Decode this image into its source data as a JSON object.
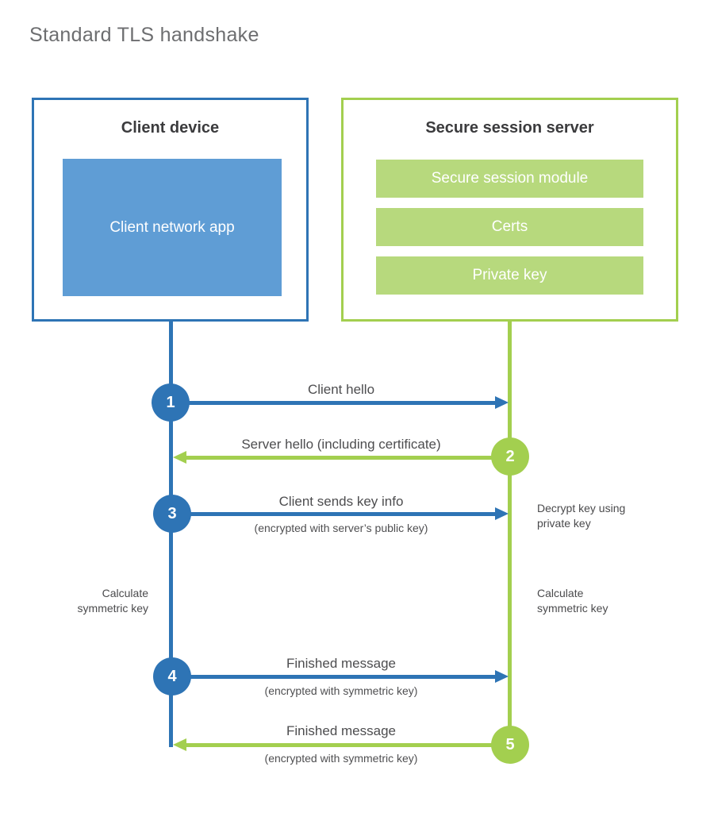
{
  "title": "Standard TLS handshake",
  "colors": {
    "blue": "#2e74b5",
    "blue-fill": "#5f9dd5",
    "green": "#a3cf4f",
    "green-fill": "#b7d97d"
  },
  "client": {
    "title": "Client device",
    "app_label": "Client network app"
  },
  "server": {
    "title": "Secure session server",
    "modules": [
      "Secure session module",
      "Certs",
      "Private key"
    ]
  },
  "steps": [
    {
      "num": "1",
      "label": "Client hello",
      "sub": "",
      "direction": "right",
      "color": "blue"
    },
    {
      "num": "2",
      "label": "Server hello (including certificate)",
      "sub": "",
      "direction": "left",
      "color": "green"
    },
    {
      "num": "3",
      "label": "Client sends key info",
      "sub": "(encrypted with server’s public key)",
      "direction": "right",
      "color": "blue"
    },
    {
      "num": "4",
      "label": "Finished message",
      "sub": "(encrypted with symmetric key)",
      "direction": "right",
      "color": "blue"
    },
    {
      "num": "5",
      "label": "Finished message",
      "sub": "(encrypted with symmetric key)",
      "direction": "left",
      "color": "green"
    }
  ],
  "notes": [
    {
      "text": "Decrypt key using private key",
      "side": "right"
    },
    {
      "text": "Calculate symmetric key",
      "side": "left"
    },
    {
      "text": "Calculate symmetric key",
      "side": "right"
    }
  ]
}
